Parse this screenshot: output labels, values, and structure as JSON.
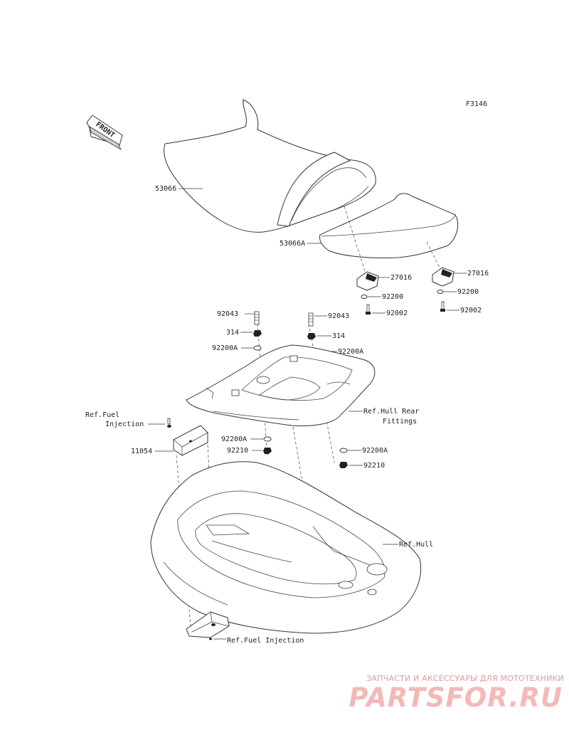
{
  "diagram_code": "F3146",
  "front_label": "FRONT",
  "labels": {
    "seat_front": "53066",
    "seat_rear": "53066A",
    "stopper_left": "27016",
    "stopper_right": "27016",
    "washer_left": "92200",
    "washer_right": "92200",
    "bolt_left": "92002",
    "bolt_right": "92002",
    "stud_left": "92043",
    "stud_right": "92043",
    "nut_left": "314",
    "nut_right": "314",
    "washer_a_top_left": "92200A",
    "washer_a_top_right": "92200A",
    "ref_rear_fittings_1": "Ref.Hull Rear",
    "ref_rear_fittings_2": "Fittings",
    "ref_fuel_1": "Ref.Fuel",
    "ref_fuel_2": "Injection",
    "bracket": "11054",
    "washer_a_bottom_left": "92200A",
    "nut_bottom_left": "92210",
    "washer_a_bottom_right": "92200A",
    "nut_bottom_right": "92210",
    "ref_hull": "Ref.Hull",
    "ref_fuel_bottom": "Ref.Fuel Injection"
  },
  "watermark": {
    "caption": "ЗАПЧАСТИ И АКСЕССУАРЫ ДЛЯ МОТОТЕХНИКИ",
    "logo": "PARTSFOR.RU"
  },
  "colors": {
    "line": "#333333",
    "watermark": "#f3b9b9"
  }
}
